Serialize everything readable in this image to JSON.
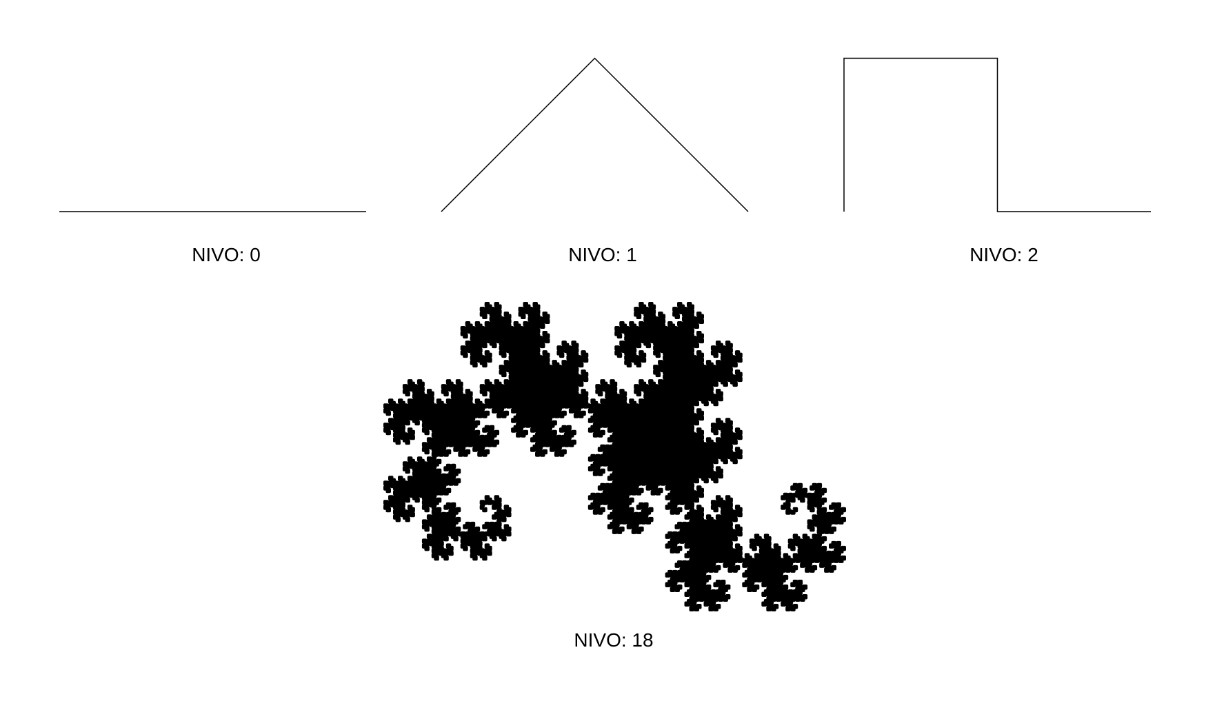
{
  "diagram": {
    "panels": [
      {
        "level": 0,
        "label": "NIVO: 0"
      },
      {
        "level": 1,
        "label": "NIVO: 1"
      },
      {
        "level": 2,
        "label": "NIVO: 2"
      },
      {
        "level": 18,
        "label": "NIVO: 18"
      }
    ],
    "colors": {
      "stroke": "#000000",
      "fill": "#000000",
      "background": "#ffffff"
    }
  }
}
